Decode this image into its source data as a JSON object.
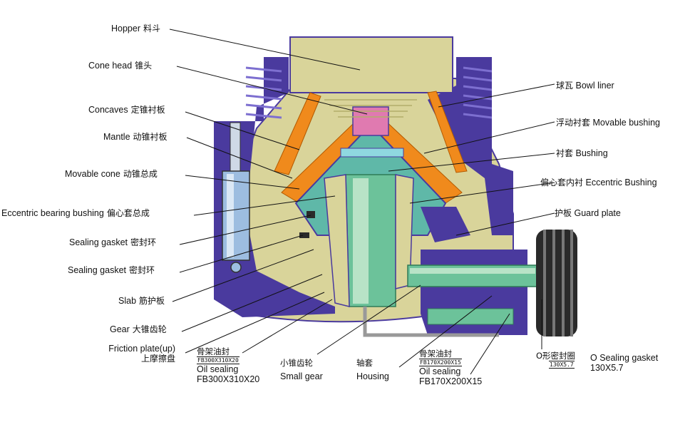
{
  "diagram": {
    "colors": {
      "frame": "#4a3a9e",
      "frame_light": "#7d6fd0",
      "liner_orange": "#f08a1c",
      "mantle_teal": "#5fb8a8",
      "shaft_green": "#6cc29a",
      "shaft_light": "#b8e3c7",
      "bowl_olive": "#d9d49a",
      "bowl_shade": "#b3ad6b",
      "cylinder_blue": "#9dbde0",
      "pink": "#e07ab0",
      "pulley_dark": "#2a2a2a",
      "cyan": "#8fd8e0"
    },
    "labels_left": [
      {
        "en": "Hopper",
        "zh": "料斗"
      },
      {
        "en": "Cone head",
        "zh": "锥头"
      },
      {
        "en": "Concaves",
        "zh": "定锥衬板"
      },
      {
        "en": "Mantle",
        "zh": "动锥衬板"
      },
      {
        "en": "Movable cone",
        "zh": "动锥总成"
      },
      {
        "en": "Eccentric bearing bushing",
        "zh": "偏心套总成"
      },
      {
        "en": "Sealing gasket",
        "zh": "密封环"
      },
      {
        "en": "Sealing gasket",
        "zh": "密封环"
      },
      {
        "en": "Slab",
        "zh": "筋护板"
      },
      {
        "en": "Gear",
        "zh": "大锥齿轮"
      }
    ],
    "friction": {
      "en": "Friction plate(up)",
      "zh": "上摩擦盘"
    },
    "labels_right": [
      {
        "zh": "球瓦",
        "en": "Bowl liner"
      },
      {
        "zh": "浮动衬套",
        "en": "Movable bushing"
      },
      {
        "zh": "衬套",
        "en": "Bushing"
      },
      {
        "zh": "偏心套内衬",
        "en": "Eccentric Bushing"
      },
      {
        "zh": "护板",
        "en": "Guard plate"
      }
    ],
    "bottom": {
      "oil1": {
        "zh": "骨架油封",
        "spec": "FB300X310X20",
        "en": "Oil sealing",
        "en2": "FB300X310X20"
      },
      "small_gear": {
        "zh": "小锥齿轮",
        "en": "Small gear"
      },
      "housing": {
        "zh": "轴套",
        "en": "Housing"
      },
      "oil2": {
        "zh": "骨架油封",
        "spec": "FB170X200X15",
        "en": "Oil sealing",
        "en2": "FB170X200X15"
      },
      "oring": {
        "zh": "O形密封圈",
        "spec": "130X5.7",
        "en": "O Sealing gasket",
        "en2": "130X5.7"
      }
    }
  }
}
